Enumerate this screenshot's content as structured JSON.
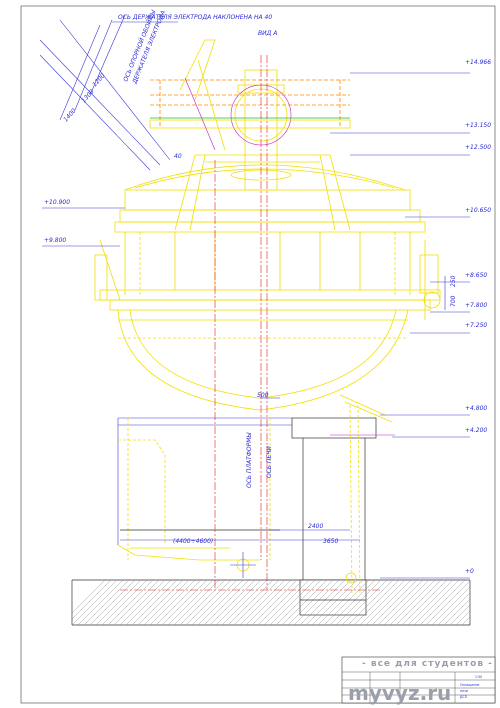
{
  "sheet": {
    "top_label_axis": "ОСЬ ДЕРЖАТЕЛЯ ЭЛЕКТРОДА НАКЛОНЕНА НА 40",
    "view_label": "ВИД А",
    "rotated_label_1": "ОСЬ ОПОРНОЙ ОБОЙМЫ",
    "rotated_label_2": "ДЕРЖАТЕЛЯ ЭЛЕКТРОДА",
    "axis_platform": "ОСЬ ПЛАТФОРМЫ",
    "axis_furnace": "ОСЬ ПЕЧИ",
    "angle_label": "40",
    "dim_1200": "1200",
    "dim_1300": "1300",
    "dim_1400": "1400",
    "dim_500": "500",
    "dim_2400": "2400",
    "dim_3650": "3650",
    "dim_range": "(4400÷4600)",
    "dim_250": "250",
    "dim_700": "700"
  },
  "levels_right": [
    "+14.966",
    "+13.150",
    "+12.500",
    "+10.650",
    "+8.650",
    "+7.800",
    "+7.250",
    "+4.800",
    "+4.200",
    "+0"
  ],
  "levels_left": [
    "+10.900",
    "+9.800"
  ],
  "watermark": {
    "tagline": "- все для студентов -",
    "site": "myvyz.ru"
  },
  "title_block": {
    "scale": "1:50",
    "name_line1": "Оснащение",
    "name_line2": "печи",
    "name_line3": "ДСП"
  },
  "colors": {
    "structure": "#f2e000",
    "dimension": "#3b3bd8",
    "axis": "#e02020",
    "leader": "#c020c0"
  }
}
